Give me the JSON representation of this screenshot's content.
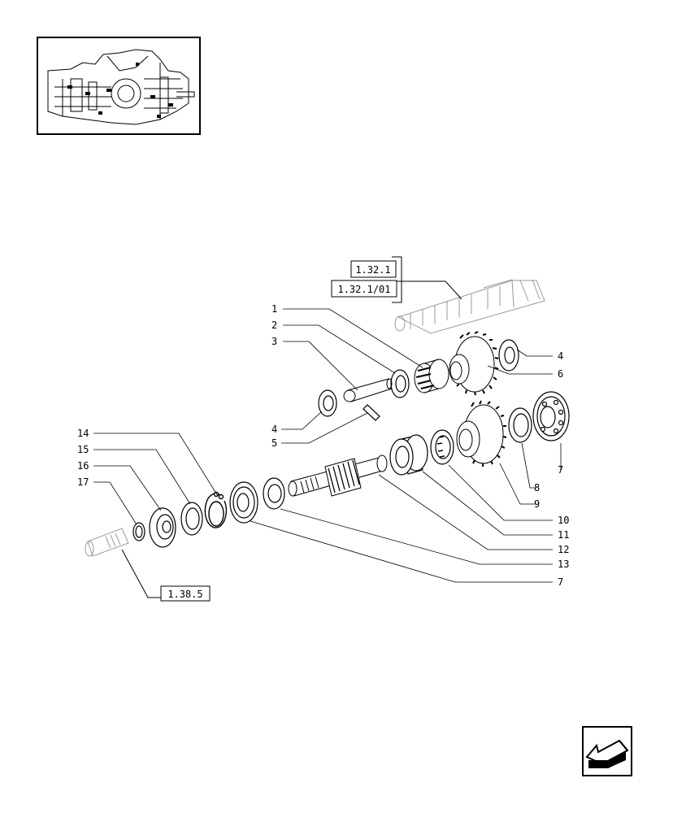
{
  "thumbnail": {
    "icon": "transmission-overview-thumbnail"
  },
  "references": {
    "ref_1": "1.32.1",
    "ref_2": "1.32.1/01",
    "ref_3": "1.38.5"
  },
  "callouts": {
    "c1": "1",
    "c2": "2",
    "c3": "3",
    "c4a": "4",
    "c4b": "4",
    "c5": "5",
    "c6": "6",
    "c7a": "7",
    "c7b": "7",
    "c8": "8",
    "c9": "9",
    "c10": "10",
    "c11": "11",
    "c12": "12",
    "c13": "13",
    "c14": "14",
    "c15": "15",
    "c16": "16",
    "c17": "17"
  },
  "nav": {
    "icon": "previous-page-arrow-icon"
  }
}
